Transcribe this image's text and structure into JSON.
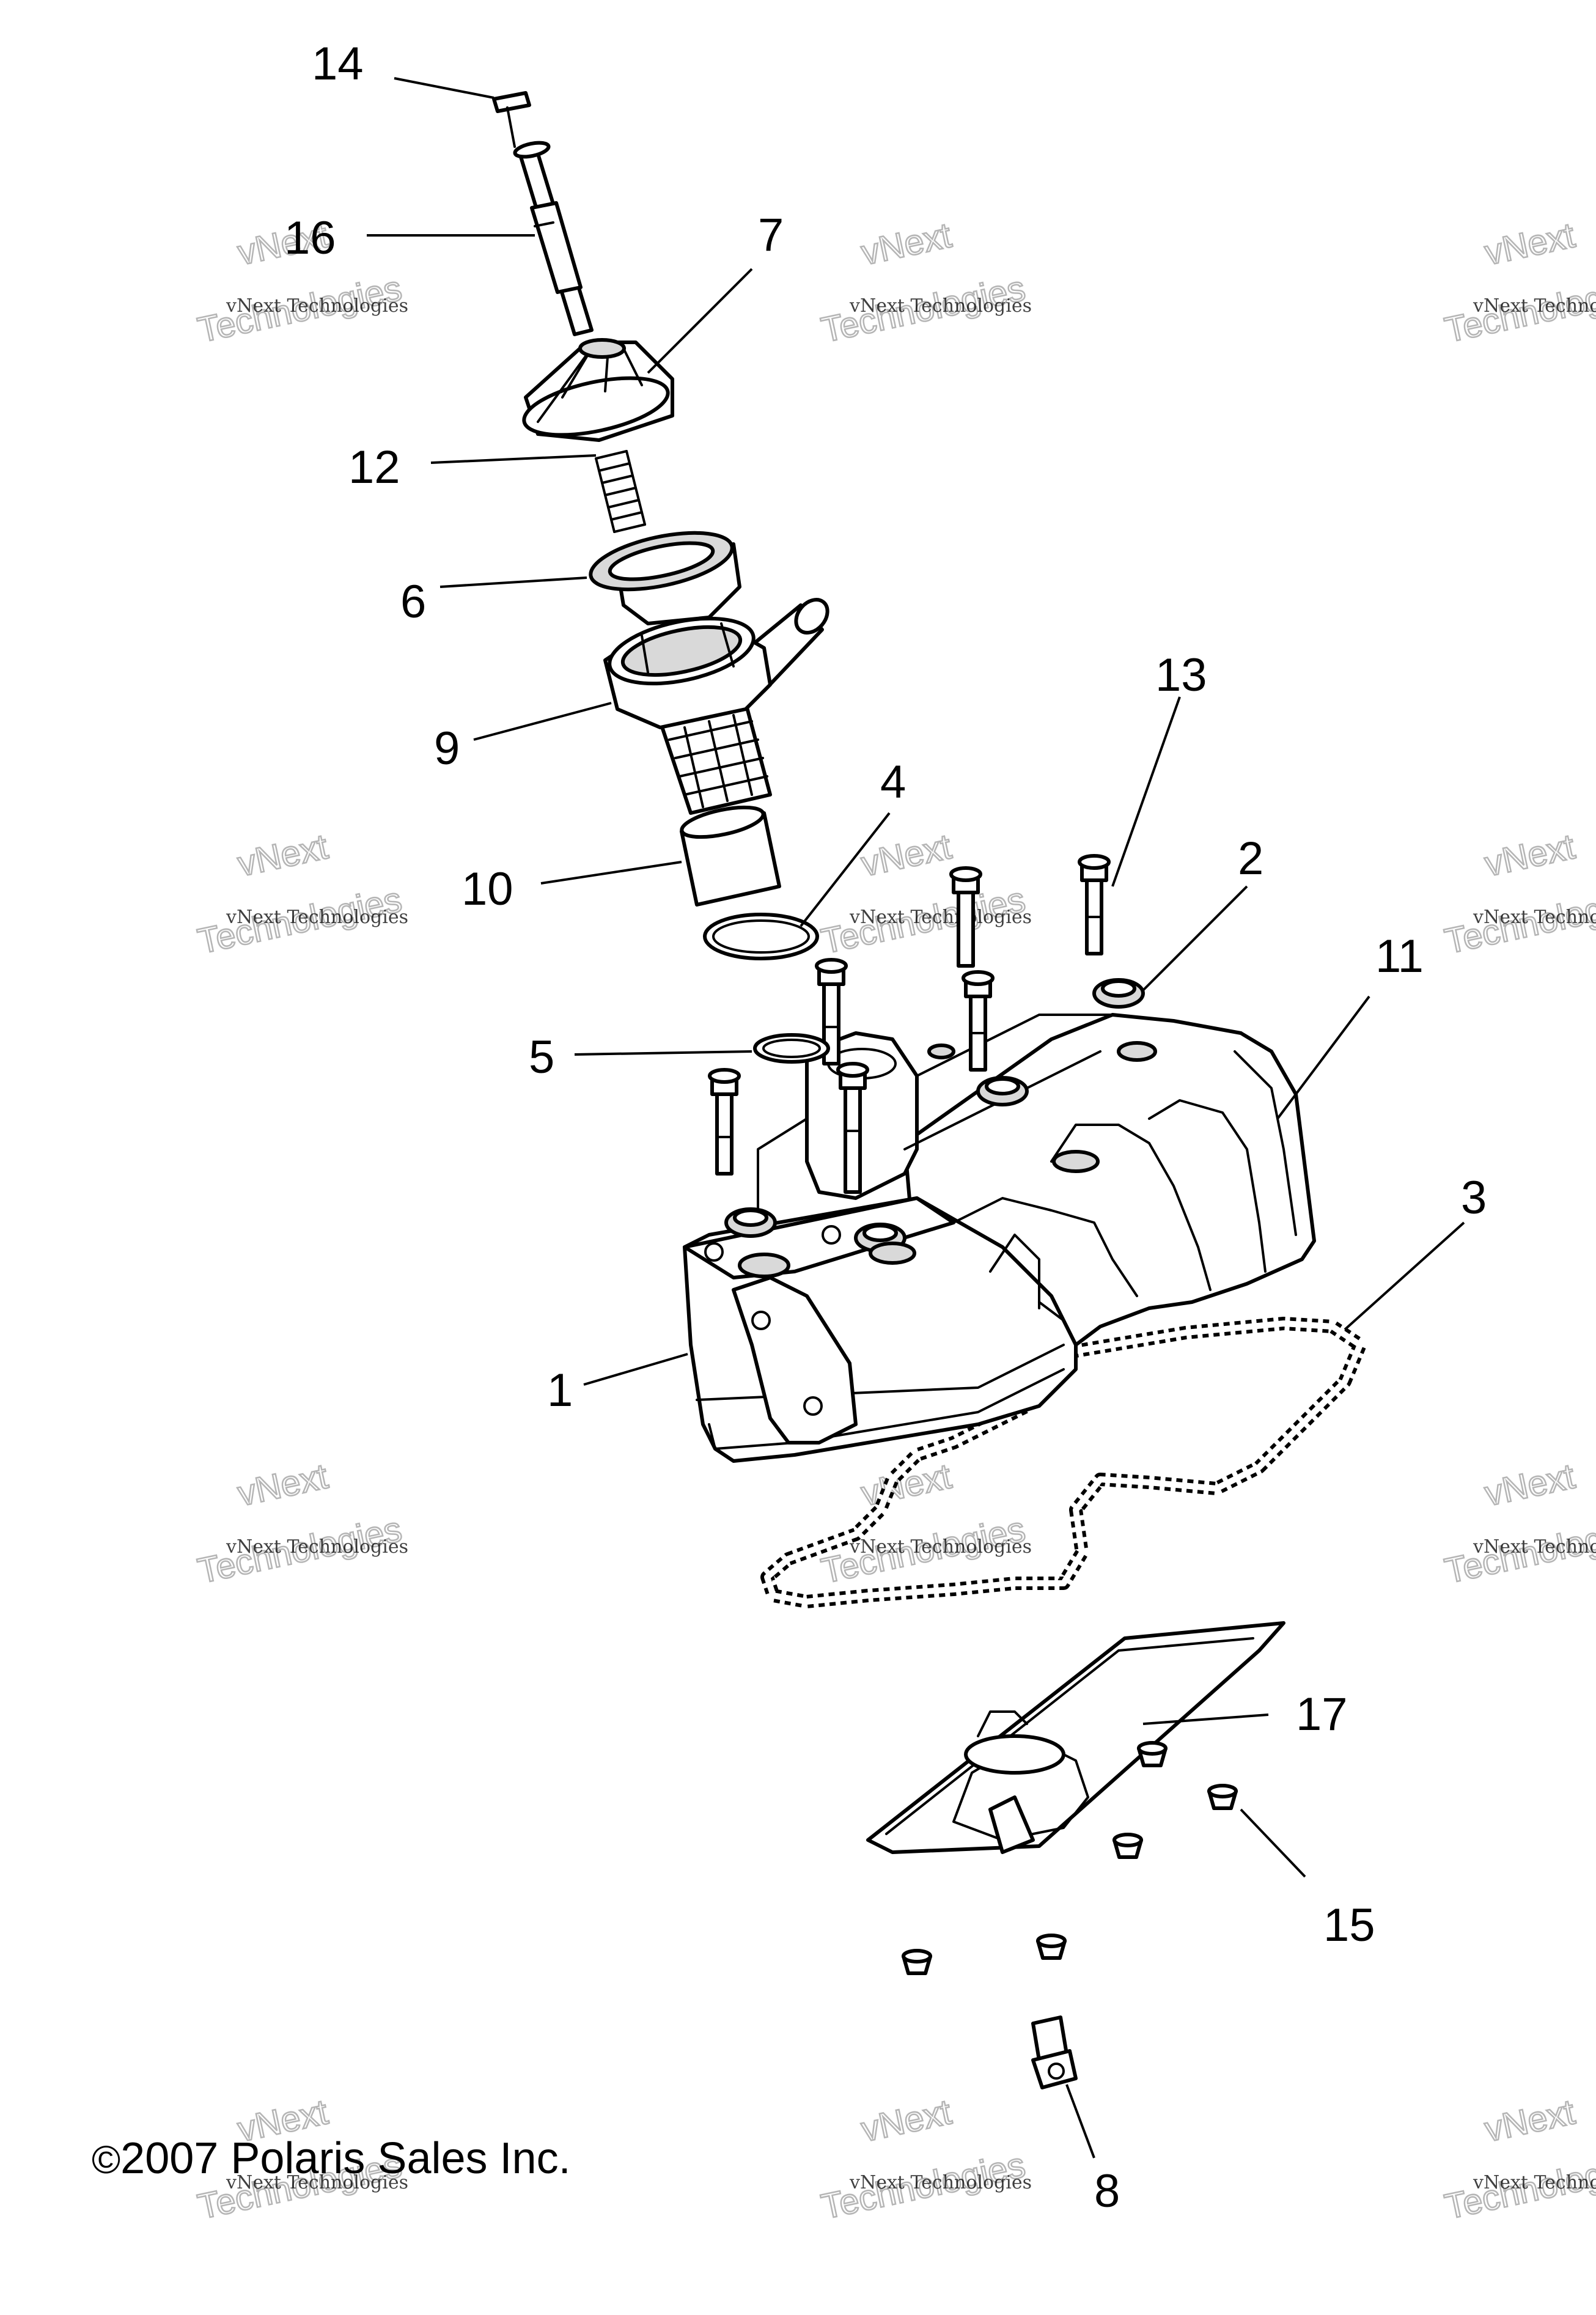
{
  "callouts": [
    {
      "id": "14",
      "label": "14"
    },
    {
      "id": "16",
      "label": "16"
    },
    {
      "id": "7",
      "label": "7"
    },
    {
      "id": "12",
      "label": "12"
    },
    {
      "id": "6",
      "label": "6"
    },
    {
      "id": "9",
      "label": "9"
    },
    {
      "id": "13",
      "label": "13"
    },
    {
      "id": "4",
      "label": "4"
    },
    {
      "id": "10",
      "label": "10"
    },
    {
      "id": "2",
      "label": "2"
    },
    {
      "id": "11",
      "label": "11"
    },
    {
      "id": "5",
      "label": "5"
    },
    {
      "id": "3",
      "label": "3"
    },
    {
      "id": "1",
      "label": "1"
    },
    {
      "id": "17",
      "label": "17"
    },
    {
      "id": "15",
      "label": "15"
    },
    {
      "id": "8",
      "label": "8"
    }
  ],
  "watermark": {
    "line1": "vNext Technologies",
    "line2": "vNext",
    "line3": "Technologies"
  },
  "copyright": {
    "symbol": "©",
    "text": "2007 Polaris Sales Inc."
  }
}
